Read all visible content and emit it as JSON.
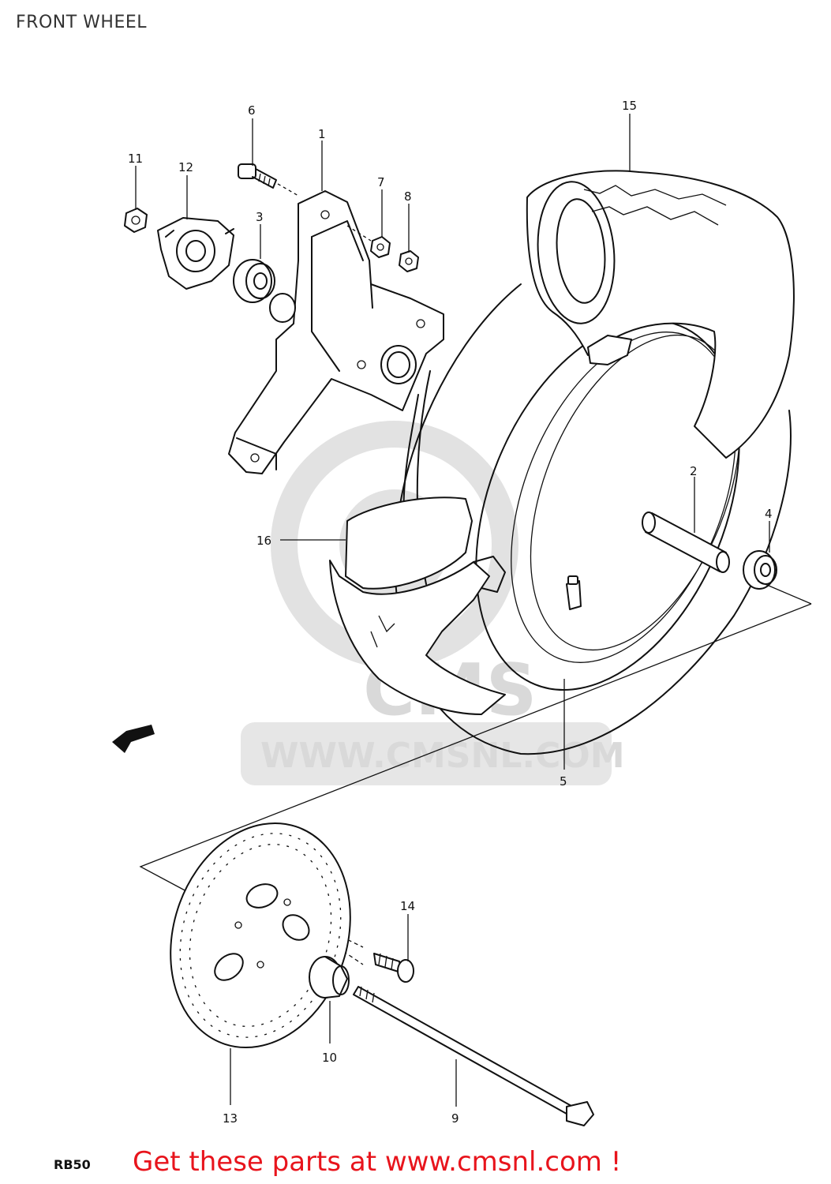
{
  "page": {
    "title": "FRONT WHEEL",
    "model_code": "RB50",
    "cta": "Get these parts at www.cmsnl.com !"
  },
  "watermark": {
    "brand": "CMS",
    "url": "WWW.CMSNL.COM"
  },
  "parts": [
    {
      "ref": "1"
    },
    {
      "ref": "2"
    },
    {
      "ref": "3"
    },
    {
      "ref": "4"
    },
    {
      "ref": "5"
    },
    {
      "ref": "6"
    },
    {
      "ref": "7"
    },
    {
      "ref": "8"
    },
    {
      "ref": "9"
    },
    {
      "ref": "10"
    },
    {
      "ref": "11"
    },
    {
      "ref": "12"
    },
    {
      "ref": "13"
    },
    {
      "ref": "14"
    },
    {
      "ref": "15"
    },
    {
      "ref": "16"
    }
  ],
  "colors": {
    "cta": "#e8141c",
    "line_art": "#111111",
    "watermark": "#d9d9d9"
  }
}
